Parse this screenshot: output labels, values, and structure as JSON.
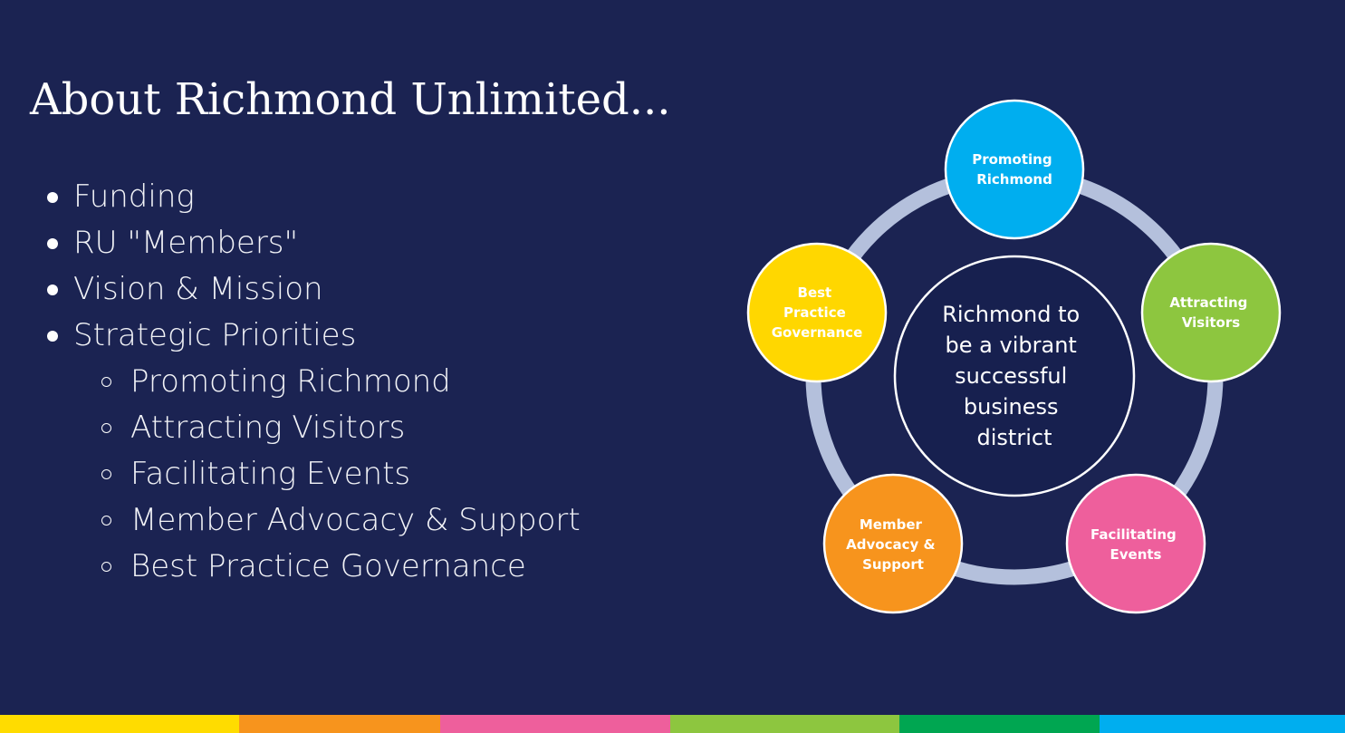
{
  "slide": {
    "title": "About Richmond Unlimited...",
    "bullets": [
      {
        "label": "Funding",
        "level": 1
      },
      {
        "label": "RU \"Members\"",
        "level": 1
      },
      {
        "label": "Vision & Mission",
        "level": 1
      },
      {
        "label": "Strategic Priorities",
        "level": 1
      },
      {
        "label": "Promoting Richmond",
        "level": 2
      },
      {
        "label": "Attracting Visitors",
        "level": 2
      },
      {
        "label": "Facilitating Events",
        "level": 2
      },
      {
        "label": "Member Advocacy & Support",
        "level": 2
      },
      {
        "label": "Best Practice Governance",
        "level": 2
      }
    ]
  },
  "diagram": {
    "center": {
      "lines": [
        "Richmond to",
        "be a vibrant",
        "successful",
        "business",
        "district"
      ],
      "fill": "#17204f",
      "stroke": "#ffffff"
    },
    "ring_color": "#b4c0dc",
    "nodes": [
      {
        "id": "promoting-richmond",
        "lines": [
          "Promoting",
          "Richmond"
        ],
        "color": "#00aeef"
      },
      {
        "id": "attracting-visitors",
        "lines": [
          "Attracting",
          "Visitors"
        ],
        "color": "#8dc63f"
      },
      {
        "id": "facilitating-events",
        "lines": [
          "Facilitating",
          "Events"
        ],
        "color": "#ee5f9c"
      },
      {
        "id": "member-advocacy-support",
        "lines": [
          "Member",
          "Advocacy &",
          "Support"
        ],
        "color": "#f7941d"
      },
      {
        "id": "best-practice-governance",
        "lines": [
          "Best",
          "Practice",
          "Governance"
        ],
        "color": "#ffd700"
      }
    ]
  },
  "footer_colors": [
    "#ffdc00",
    "#f7941d",
    "#ee5f9c",
    "#8dc63f",
    "#00a651",
    "#00aeef"
  ]
}
